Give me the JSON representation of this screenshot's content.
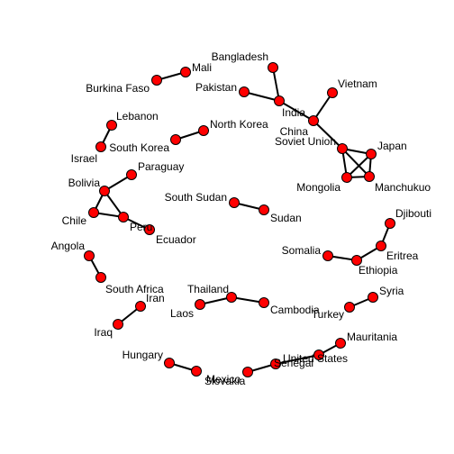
{
  "graph": {
    "node_color": "#ff0000",
    "edge_color": "#000000",
    "nodes": [
      {
        "id": "mali",
        "label": "Mali"
      },
      {
        "id": "burkina-faso",
        "label": "Burkina Faso"
      },
      {
        "id": "bangladesh",
        "label": "Bangladesh"
      },
      {
        "id": "pakistan",
        "label": "Pakistan"
      },
      {
        "id": "india",
        "label": "India"
      },
      {
        "id": "vietnam",
        "label": "Vietnam"
      },
      {
        "id": "china",
        "label": "China"
      },
      {
        "id": "soviet-union",
        "label": "Soviet Union"
      },
      {
        "id": "japan",
        "label": "Japan"
      },
      {
        "id": "mongolia",
        "label": "Mongolia"
      },
      {
        "id": "manchukuo",
        "label": "Manchukuo"
      },
      {
        "id": "lebanon",
        "label": "Lebanon"
      },
      {
        "id": "israel",
        "label": "Israel"
      },
      {
        "id": "north-korea",
        "label": "North Korea"
      },
      {
        "id": "south-korea",
        "label": "South Korea"
      },
      {
        "id": "paraguay",
        "label": "Paraguay"
      },
      {
        "id": "bolivia",
        "label": "Bolivia"
      },
      {
        "id": "chile",
        "label": "Chile"
      },
      {
        "id": "peru",
        "label": "Peru"
      },
      {
        "id": "ecuador",
        "label": "Ecuador"
      },
      {
        "id": "south-sudan",
        "label": "South Sudan"
      },
      {
        "id": "sudan",
        "label": "Sudan"
      },
      {
        "id": "djibouti",
        "label": "Djibouti"
      },
      {
        "id": "eritrea",
        "label": "Eritrea"
      },
      {
        "id": "somalia",
        "label": "Somalia"
      },
      {
        "id": "ethiopia",
        "label": "Ethiopia"
      },
      {
        "id": "angola",
        "label": "Angola"
      },
      {
        "id": "south-africa",
        "label": "South Africa"
      },
      {
        "id": "thailand",
        "label": "Thailand"
      },
      {
        "id": "laos",
        "label": "Laos"
      },
      {
        "id": "cambodia",
        "label": "Cambodia"
      },
      {
        "id": "iran",
        "label": "Iran"
      },
      {
        "id": "iraq",
        "label": "Iraq"
      },
      {
        "id": "syria",
        "label": "Syria"
      },
      {
        "id": "turkey",
        "label": "Turkey"
      },
      {
        "id": "mauritania",
        "label": "Mauritania"
      },
      {
        "id": "united-states",
        "label": "United States"
      },
      {
        "id": "senegal",
        "label": "Senegal"
      },
      {
        "id": "mexico",
        "label": "Mexico"
      },
      {
        "id": "slovakia",
        "label": "Slovakia"
      },
      {
        "id": "hungary",
        "label": "Hungary"
      }
    ],
    "edges": [
      [
        "mali",
        "burkina-faso"
      ],
      [
        "bangladesh",
        "india"
      ],
      [
        "pakistan",
        "india"
      ],
      [
        "india",
        "china"
      ],
      [
        "vietnam",
        "china"
      ],
      [
        "china",
        "soviet-union"
      ],
      [
        "soviet-union",
        "japan"
      ],
      [
        "soviet-union",
        "mongolia"
      ],
      [
        "soviet-union",
        "manchukuo"
      ],
      [
        "japan",
        "mongolia"
      ],
      [
        "japan",
        "manchukuo"
      ],
      [
        "mongolia",
        "manchukuo"
      ],
      [
        "lebanon",
        "israel"
      ],
      [
        "north-korea",
        "south-korea"
      ],
      [
        "paraguay",
        "bolivia"
      ],
      [
        "bolivia",
        "chile"
      ],
      [
        "bolivia",
        "peru"
      ],
      [
        "chile",
        "peru"
      ],
      [
        "peru",
        "ecuador"
      ],
      [
        "south-sudan",
        "sudan"
      ],
      [
        "djibouti",
        "eritrea"
      ],
      [
        "eritrea",
        "ethiopia"
      ],
      [
        "somalia",
        "ethiopia"
      ],
      [
        "angola",
        "south-africa"
      ],
      [
        "laos",
        "thailand"
      ],
      [
        "thailand",
        "cambodia"
      ],
      [
        "iran",
        "iraq"
      ],
      [
        "syria",
        "turkey"
      ],
      [
        "mauritania",
        "united-states"
      ],
      [
        "united-states",
        "senegal"
      ],
      [
        "senegal",
        "mexico"
      ],
      [
        "hungary",
        "slovakia"
      ]
    ]
  }
}
